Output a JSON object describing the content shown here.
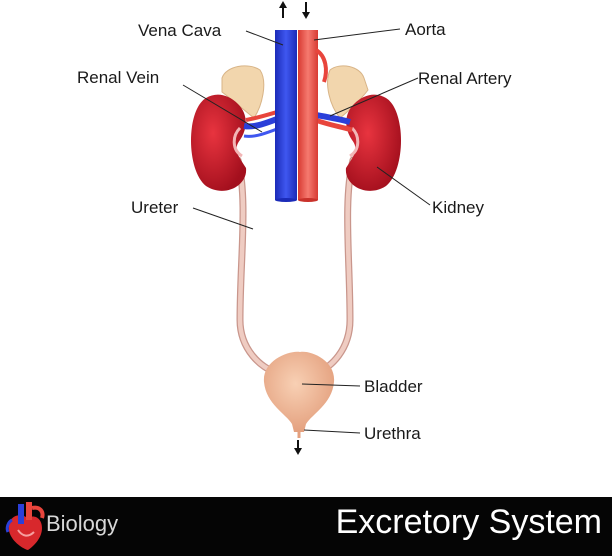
{
  "labels": {
    "vena_cava": "Vena Cava",
    "aorta": "Aorta",
    "renal_vein": "Renal Vein",
    "renal_artery": "Renal Artery",
    "ureter": "Ureter",
    "kidney": "Kidney",
    "bladder": "Bladder",
    "urethra": "Urethra"
  },
  "footer": {
    "brand": "Biology",
    "title": "Excretory System"
  },
  "colors": {
    "vein": "#2b3fd9",
    "artery": "#e8453c",
    "kidney": "#c8182a",
    "ureter": "#e8c3b8",
    "bladder": "#f0b896",
    "adrenal": "#f0d2a8",
    "footer_bg": "#050505"
  }
}
